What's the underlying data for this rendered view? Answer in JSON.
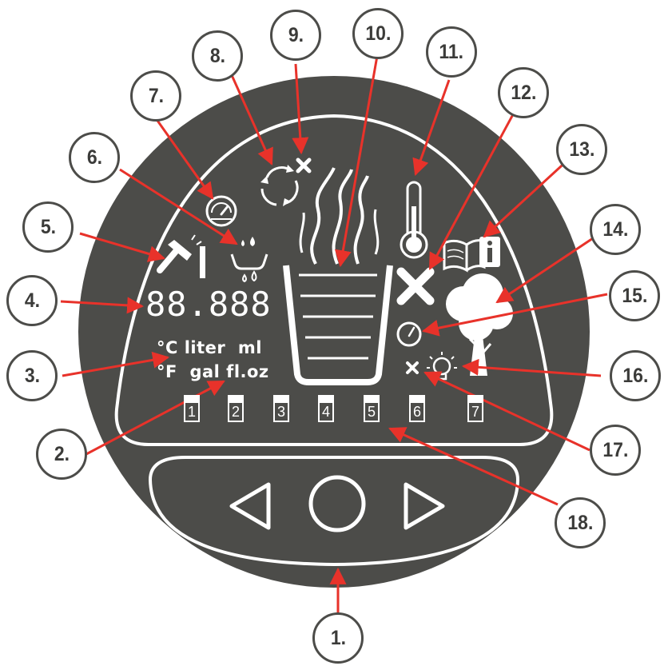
{
  "display": {
    "digits": "88.888",
    "units_row1": "°C liter  ml",
    "units_row2": "°F  gal fl.oz"
  },
  "slots": [
    "1",
    "2",
    "3",
    "4",
    "5",
    "6",
    "7"
  ],
  "callouts": [
    "1.",
    "2.",
    "3.",
    "4.",
    "5.",
    "6.",
    "7.",
    "8.",
    "9.",
    "10.",
    "11.",
    "12.",
    "13.",
    "14.",
    "15.",
    "16.",
    "17.",
    "18."
  ],
  "colors": {
    "body": "#4c4c49",
    "lcd_foreground": "#ffffff",
    "callout_arrow": "#e8322a",
    "callout_border": "#4c4c49"
  },
  "icons": [
    "descale-hammer-icon",
    "drip-icon",
    "pressure-gauge-icon",
    "recycle-icon",
    "cancel-small-icon",
    "steam-cup-icon",
    "thermometer-icon",
    "cancel-large-icon",
    "manual-book-icon",
    "tree-icon",
    "gauge-small-icon",
    "bulb-icon",
    "cancel-tiny-icon",
    "left-arrow-button",
    "center-circle-button",
    "right-arrow-button"
  ]
}
